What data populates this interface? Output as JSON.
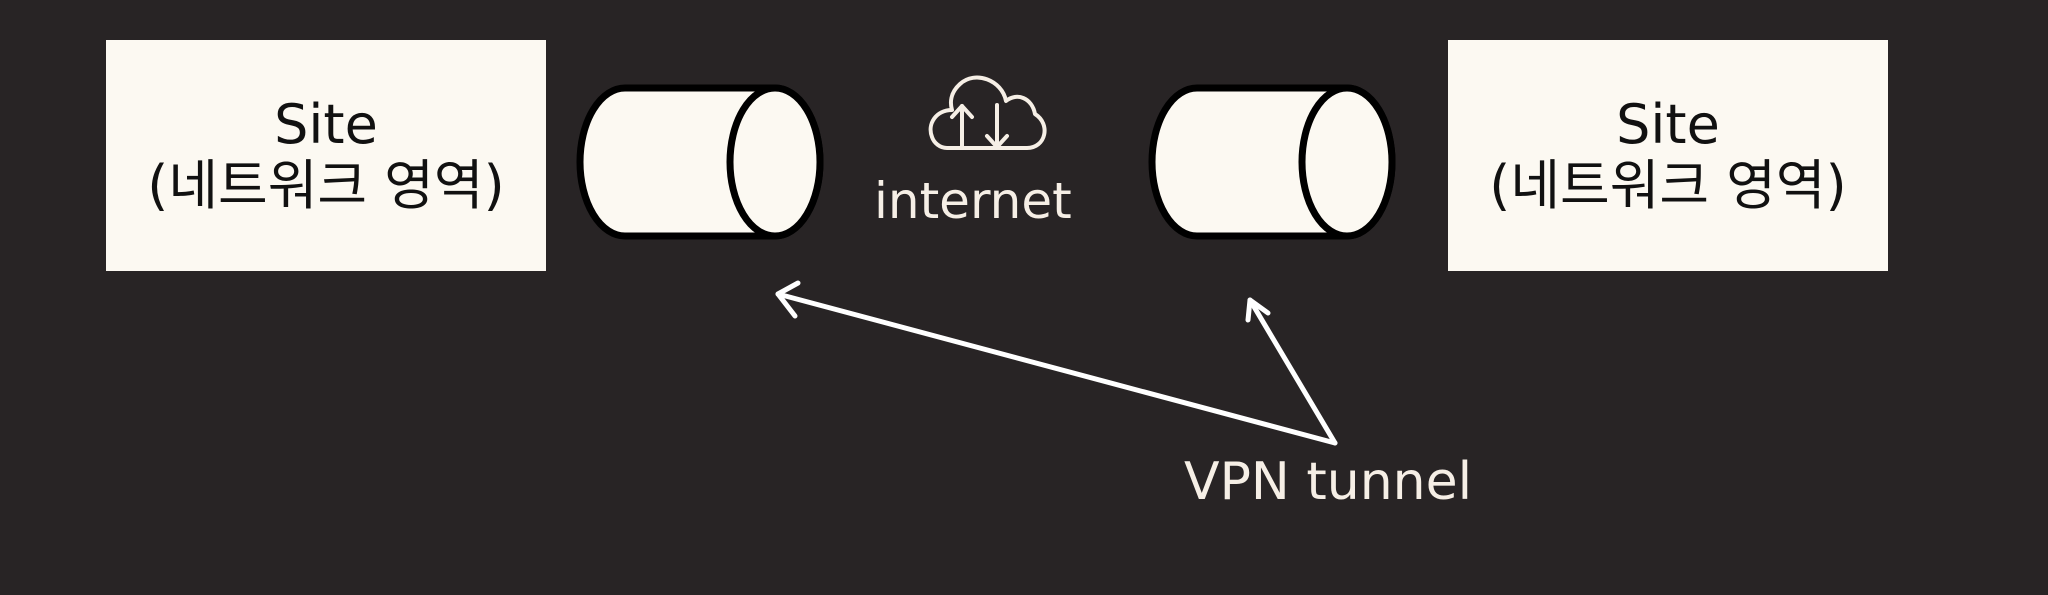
{
  "sites": [
    {
      "title": "Site",
      "subtitle": "(네트워크 영역)"
    },
    {
      "title": "Site",
      "subtitle": "(네트워크 영역)"
    }
  ],
  "cloud": {
    "label": "internet",
    "icon": "cloud-upload-download-icon"
  },
  "tunnel": {
    "label": "VPN tunnel"
  },
  "colors": {
    "background": "#282425",
    "box_fill": "#fcf9f2",
    "stroke": "#000000",
    "annotation": "#ffffff",
    "text_dark": "#111111",
    "text_light": "#f6efe6"
  }
}
